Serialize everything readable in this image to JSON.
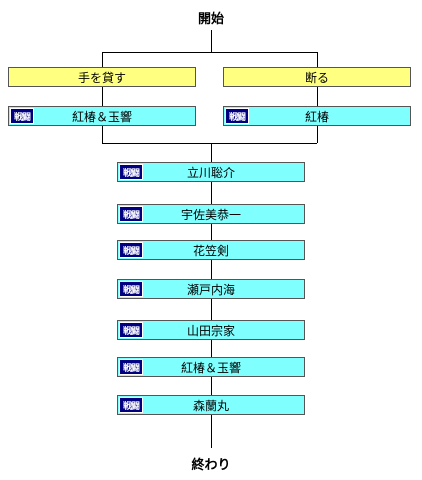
{
  "start_label": "開始",
  "end_label": "終わり",
  "badge_text": "戦闘",
  "colors": {
    "choice_bg": "#ffff80",
    "battle_bg": "#80ffff",
    "badge_bg": "#000080"
  },
  "branches": [
    {
      "choice": "手を貸す",
      "battle": "紅椿＆玉響"
    },
    {
      "choice": "断る",
      "battle": "紅椿"
    }
  ],
  "sequence": [
    "立川聡介",
    "宇佐美恭一",
    "花笠剣",
    "瀬戸内海",
    "山田宗家",
    "紅椿＆玉響",
    "森蘭丸"
  ]
}
